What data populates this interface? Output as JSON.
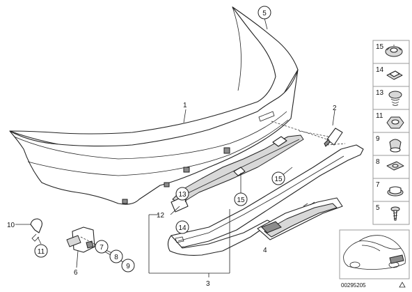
{
  "callouts": {
    "c1": "1",
    "c2": "2",
    "c3": "3",
    "c4": "4",
    "c5": "5",
    "c6": "6",
    "c7": "7",
    "c8": "8",
    "c9": "9",
    "c10": "10",
    "c11": "11",
    "c12": "12",
    "c13": "13",
    "c14": "14",
    "c15a": "15",
    "c15b": "15"
  },
  "side_panel": [
    {
      "label": "15",
      "icon": "expanding-nut-icon"
    },
    {
      "label": "14",
      "icon": "clip-nut-icon"
    },
    {
      "label": "13",
      "icon": "spring-nut-icon"
    },
    {
      "label": "11",
      "icon": "hex-nut-icon"
    },
    {
      "label": "9",
      "icon": "plastic-nut-icon"
    },
    {
      "label": "8",
      "icon": "plate-nut-icon"
    },
    {
      "label": "7",
      "icon": "grommet-icon"
    },
    {
      "label": "5",
      "icon": "screw-icon"
    }
  ],
  "diagram_code": "00295205"
}
